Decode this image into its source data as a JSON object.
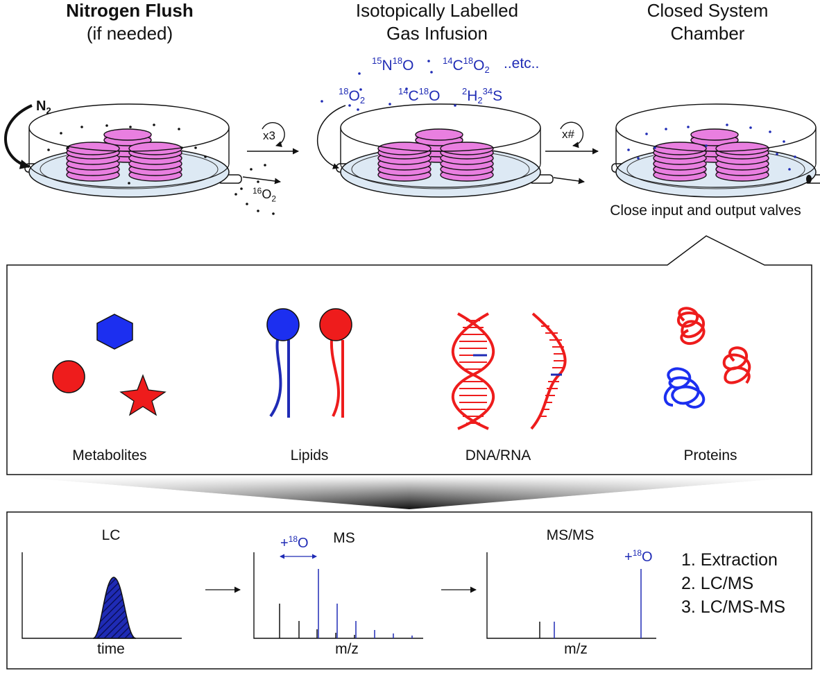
{
  "stages": [
    {
      "title_line1": "Nitrogen Flush",
      "title_line2": "(if needed)"
    },
    {
      "title_line1": "Isotopically Labelled",
      "title_line2": "Gas Infusion"
    },
    {
      "title_line1": "Closed System",
      "title_line2": "Chamber"
    }
  ],
  "n2": {
    "symbol": "N",
    "sub": "2"
  },
  "o16": {
    "sup": "16",
    "symbol": "O",
    "sub": "2"
  },
  "cycles": {
    "first": "x3",
    "second": "x#"
  },
  "gases": {
    "n15o18": {
      "sup1": "15",
      "sym1": "N",
      "sup2": "18",
      "sym2": "O"
    },
    "c14o18_2": {
      "sup1": "14",
      "sym1": "C",
      "sup2": "18",
      "sym2": "O",
      "sub": "2"
    },
    "etc": "..etc..",
    "o18_2": {
      "sup": "18",
      "sym": "O",
      "sub": "2"
    },
    "c14o18": {
      "sup1": "14",
      "sym1": "C",
      "sup2": "18",
      "sym2": "O"
    },
    "h2s34": {
      "sup1": "2",
      "sym1": "H",
      "sub": "2",
      "sup2": "34",
      "sym2": "S"
    }
  },
  "valve_note": "Close input and output valves",
  "molecules": [
    "Metabolites",
    "Lipids",
    "DNA/RNA",
    "Proteins"
  ],
  "panels": {
    "lc": {
      "title": "LC",
      "xlabel": "time"
    },
    "ms": {
      "title": "MS",
      "xlabel": "m/z",
      "annotation_sym": "O",
      "annotation_prefix": "+",
      "annotation_sup": "18"
    },
    "msms": {
      "title": "MS/MS",
      "xlabel": "m/z",
      "annotation_sym": "O",
      "annotation_prefix": "+",
      "annotation_sup": "18"
    }
  },
  "steps": [
    "1. Extraction",
    "2. LC/MS",
    "3. LC/MS-MS"
  ],
  "colors": {
    "blue": "#1f2bb5",
    "red": "#ee1c1c",
    "pink": "#e97fe0",
    "dish": "#dde9f4"
  }
}
